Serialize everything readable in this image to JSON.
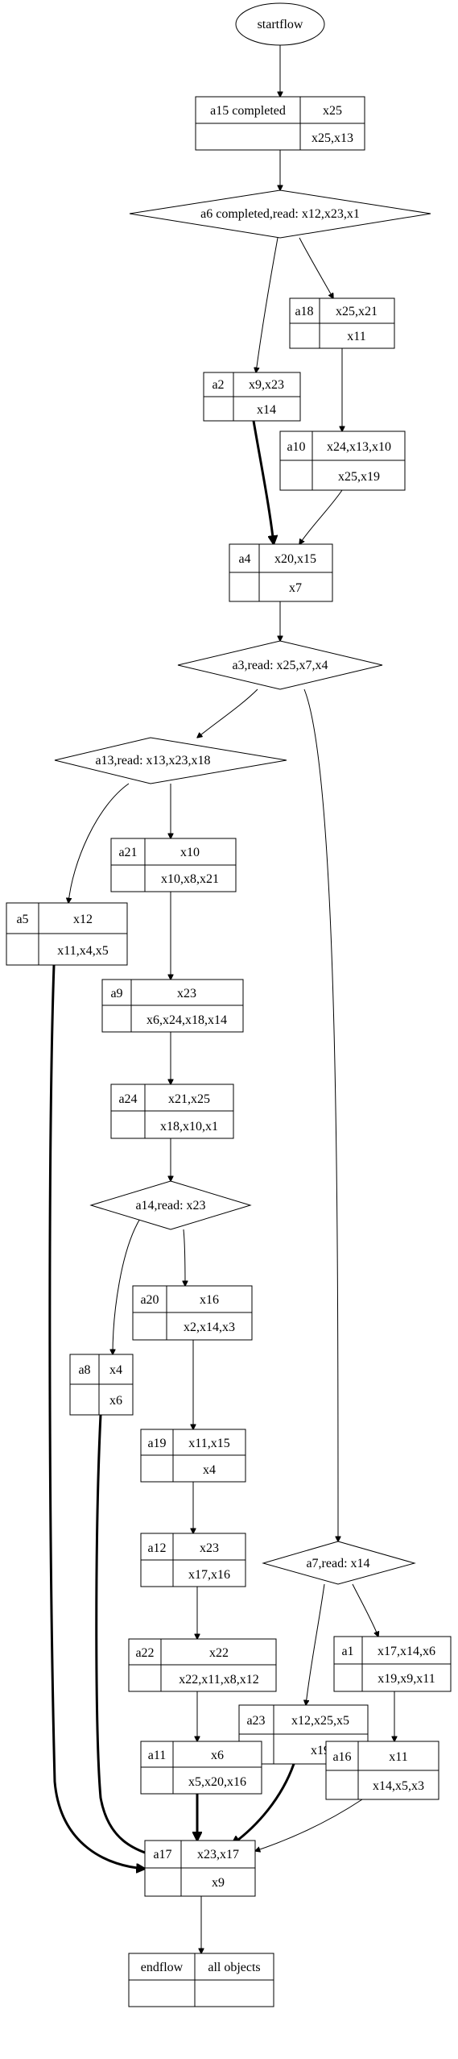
{
  "start": {
    "label": "startflow"
  },
  "end": {
    "label": "endflow",
    "value": "all objects"
  },
  "activities": {
    "a15": {
      "id": "a15 completed",
      "writes": "x25",
      "reads": "x25,x13"
    },
    "a18": {
      "id": "a18",
      "writes": "x25,x21",
      "reads": "x11"
    },
    "a2": {
      "id": "a2",
      "writes": "x9,x23",
      "reads": "x14"
    },
    "a10": {
      "id": "a10",
      "writes": "x24,x13,x10",
      "reads": "x25,x19"
    },
    "a4": {
      "id": "a4",
      "writes": "x20,x15",
      "reads": "x7"
    },
    "a21": {
      "id": "a21",
      "writes": "x10",
      "reads": "x10,x8,x21"
    },
    "a5": {
      "id": "a5",
      "writes": "x12",
      "reads": "x11,x4,x5"
    },
    "a9": {
      "id": "a9",
      "writes": "x23",
      "reads": "x6,x24,x18,x14"
    },
    "a24": {
      "id": "a24",
      "writes": "x21,x25",
      "reads": "x18,x10,x1"
    },
    "a20": {
      "id": "a20",
      "writes": "x16",
      "reads": "x2,x14,x3"
    },
    "a8": {
      "id": "a8",
      "writes": "x4",
      "reads": "x6"
    },
    "a19": {
      "id": "a19",
      "writes": "x11,x15",
      "reads": "x4"
    },
    "a12": {
      "id": "a12",
      "writes": "x23",
      "reads": "x17,x16"
    },
    "a1": {
      "id": "a1",
      "writes": "x17,x14,x6",
      "reads": "x19,x9,x11"
    },
    "a22": {
      "id": "a22",
      "writes": "x22",
      "reads": "x22,x11,x8,x12"
    },
    "a23": {
      "id": "a23",
      "writes": "x12,x25,x5",
      "reads": "x19"
    },
    "a11": {
      "id": "a11",
      "writes": "x6",
      "reads": "x5,x20,x16"
    },
    "a16": {
      "id": "a16",
      "writes": "x11",
      "reads": "x14,x5,x3"
    },
    "a17": {
      "id": "a17",
      "writes": "x23,x17",
      "reads": "x9"
    }
  },
  "decisions": {
    "a6": {
      "label": "a6 completed,read: x12,x23,x1"
    },
    "a3": {
      "label": "a3,read: x25,x7,x4"
    },
    "a13": {
      "label": "a13,read: x13,x23,x18"
    },
    "a14": {
      "label": "a14,read: x23"
    },
    "a7": {
      "label": "a7,read: x14"
    }
  }
}
